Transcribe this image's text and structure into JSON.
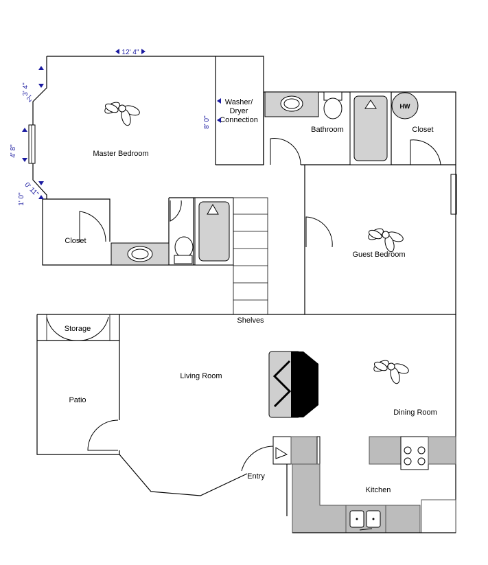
{
  "rooms": {
    "master_bedroom": "Master Bedroom",
    "washer_dryer": [
      "Washer/",
      "Dryer",
      "Connection"
    ],
    "bathroom": "Bathroom",
    "closet_upper": "Closet",
    "closet_left": "Closet",
    "guest_bedroom": "Guest Bedroom",
    "shelves": "Shelves",
    "storage": "Storage",
    "living_room": "Living Room",
    "patio": "Patio",
    "dining_room": "Dining Room",
    "entry": "Entry",
    "kitchen": "Kitchen"
  },
  "fixtures": {
    "water_heater": "HW"
  },
  "dimensions": {
    "top_wall": "12' 4\"",
    "washer_wall": "8' 0\"",
    "side_3_4": "3' 4\"",
    "side_2": "2\"",
    "window_4_8": "4' 8\"",
    "side_1_0": "1' 0\"",
    "side_0_11": "0' 11\""
  },
  "colors": {
    "wall": "#000000",
    "fixture_fill": "#d2d2d2",
    "counter_fill": "#bcbcbc",
    "dimension": "#1a1aa0"
  }
}
